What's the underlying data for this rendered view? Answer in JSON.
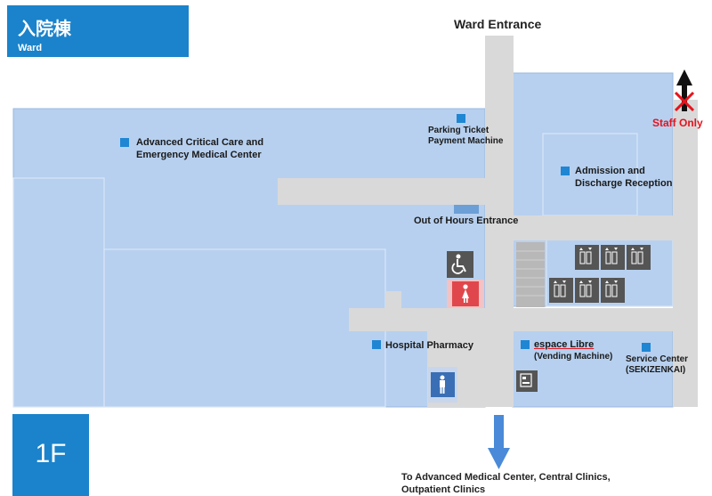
{
  "building": {
    "name_jp": "入院棟",
    "name_en": "Ward"
  },
  "floor": {
    "label": "1F"
  },
  "entrances": {
    "ward": "Ward Entrance",
    "out_of_hours": "Out of Hours Entrance"
  },
  "staff_only": "Staff Only",
  "facilities": {
    "emergency": {
      "line1": "Advanced Critical Care and",
      "line2": "Emergency Medical Center"
    },
    "parking": {
      "line1": "Parking Ticket",
      "line2": "Payment Machine"
    },
    "admission": {
      "line1": "Admission and",
      "line2": "Discharge Reception"
    },
    "pharmacy": "Hospital Pharmacy",
    "espace": {
      "title": "espace Libre",
      "subtitle": "(Vending Machine)"
    },
    "service": {
      "line1": "Service Center",
      "line2": "(SEKIZENKAI)"
    }
  },
  "directions": {
    "line1": "To Advanced Medical Center, Central Clinics,",
    "line2": "Outpatient Clinics"
  },
  "icons": {
    "elevator": "elevator-icon",
    "wheelchair_toilet": "accessible-toilet-icon",
    "womens_toilet": "womens-restroom-icon",
    "mens_toilet": "mens-restroom-icon",
    "vending": "vending-machine-icon",
    "stairs": "stairs-icon",
    "marker": "facility-marker-icon"
  },
  "colors": {
    "badge_blue": "#1a83cb",
    "floor_area": "#b7d0ef",
    "corridor": "#d9d9d9",
    "marker_blue": "#1f86d3",
    "staff_red": "#e4141d",
    "womens_red": "#e0474c",
    "mens_blue": "#3a6fb5",
    "arrow_blue": "#4a8ad8"
  }
}
